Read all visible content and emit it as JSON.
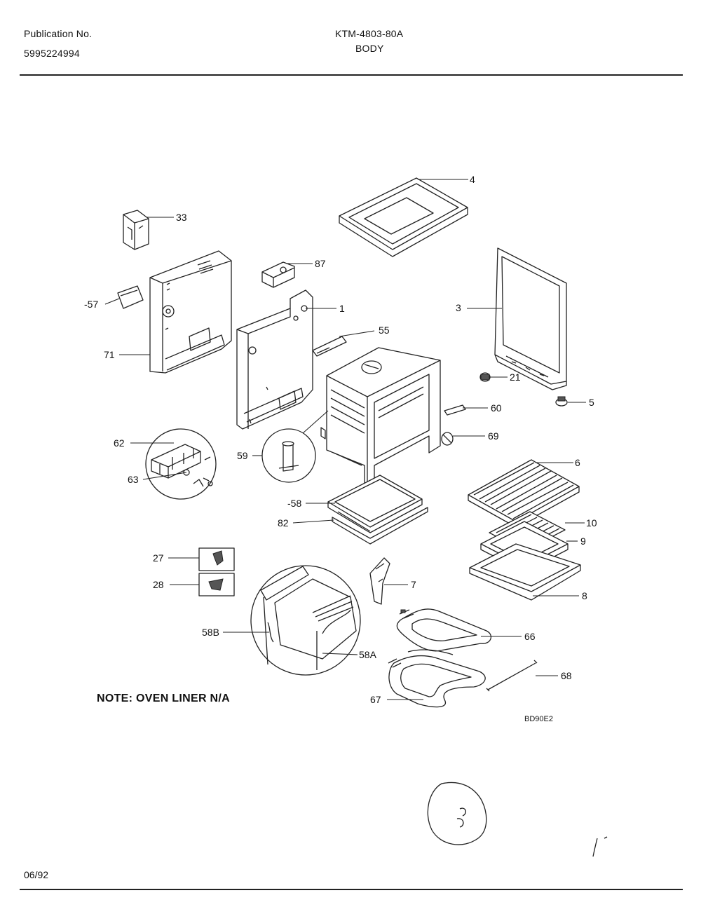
{
  "header": {
    "publication_label": "Publication No.",
    "publication_number": "5995224994",
    "model": "KTM-4803-80A",
    "section": "BODY"
  },
  "note": "NOTE: OVEN LINER N/A",
  "drawing_code": "BD90E2",
  "date": "06/92",
  "callouts": [
    {
      "id": "c4",
      "label": "4"
    },
    {
      "id": "c33",
      "label": "33"
    },
    {
      "id": "c87",
      "label": "87"
    },
    {
      "id": "c57",
      "label": "-57"
    },
    {
      "id": "c1",
      "label": "1"
    },
    {
      "id": "c3",
      "label": "3"
    },
    {
      "id": "c55",
      "label": "55"
    },
    {
      "id": "c71",
      "label": "71"
    },
    {
      "id": "c21",
      "label": "21"
    },
    {
      "id": "c5",
      "label": "5"
    },
    {
      "id": "c60",
      "label": "60"
    },
    {
      "id": "c69",
      "label": "69"
    },
    {
      "id": "c62",
      "label": "62"
    },
    {
      "id": "c59",
      "label": "59"
    },
    {
      "id": "c6",
      "label": "6"
    },
    {
      "id": "c63",
      "label": "63"
    },
    {
      "id": "c58",
      "label": "-58"
    },
    {
      "id": "c10",
      "label": "10"
    },
    {
      "id": "c82",
      "label": "82"
    },
    {
      "id": "c9",
      "label": "9"
    },
    {
      "id": "c27",
      "label": "27"
    },
    {
      "id": "c28",
      "label": "28"
    },
    {
      "id": "c7",
      "label": "7"
    },
    {
      "id": "c8",
      "label": "8"
    },
    {
      "id": "c58B",
      "label": "58B"
    },
    {
      "id": "c66",
      "label": "66"
    },
    {
      "id": "c58A",
      "label": "58A"
    },
    {
      "id": "c68",
      "label": "68"
    },
    {
      "id": "c67",
      "label": "67"
    }
  ]
}
